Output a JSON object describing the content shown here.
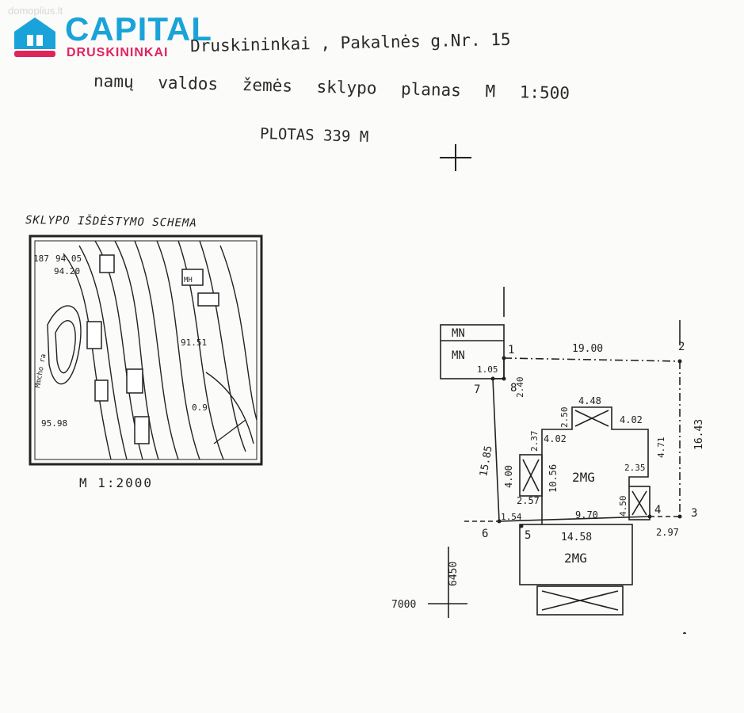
{
  "watermark": "domoplius.lt",
  "logo": {
    "name": "CAPITAL",
    "sub": "DRUSKININKAI",
    "colors": {
      "primary": "#1aa3d8",
      "accent": "#e0245e"
    }
  },
  "header": {
    "address": "Druskininkai , Pakalnės g.Nr. 15",
    "subtitle": "namų valdos žemės sklypo planas M 1:500",
    "area": "PLOTAS 339 M"
  },
  "schema": {
    "title": "SKLYPO IŠDĖSTYMO SCHEMA",
    "scale": "M 1:2000",
    "labels": [
      "187",
      "94.05",
      "94.20",
      "91.51",
      "95.98",
      "0.9",
      "MH",
      "Mmcho ra"
    ]
  },
  "plan": {
    "points": [
      "1",
      "2",
      "3",
      "4",
      "5",
      "6",
      "7",
      "8"
    ],
    "dimensions": [
      "19.00",
      "16.43",
      "1.05",
      "2.40",
      "15.85",
      "4.48",
      "2.50",
      "4.02",
      "4.02",
      "2.37",
      "4.71",
      "2.35",
      "4.00",
      "10.56",
      "2.57",
      "4.50",
      "1.54",
      "9.70",
      "2.97",
      "14.58"
    ],
    "buildings": [
      "MN",
      "MN",
      "2MG",
      "2MG"
    ],
    "coords": [
      "6450",
      "7000"
    ]
  }
}
